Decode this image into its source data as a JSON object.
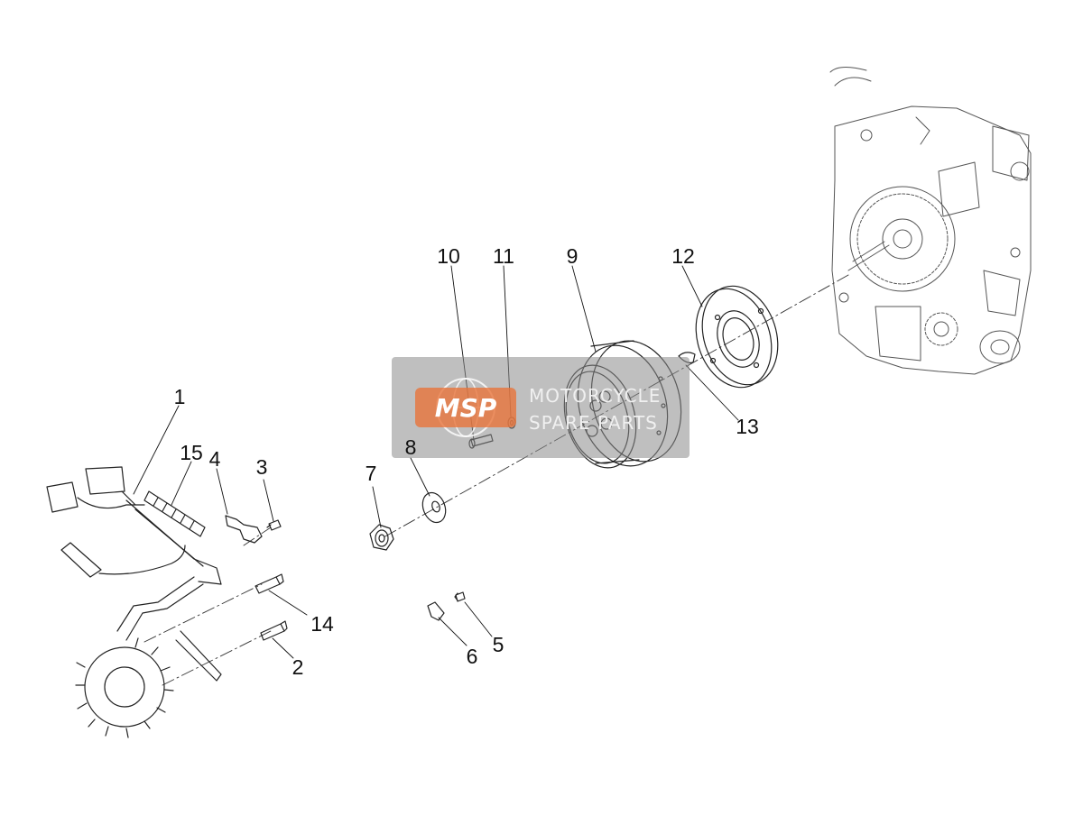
{
  "diagram": {
    "callouts": [
      {
        "id": "1",
        "label": "1"
      },
      {
        "id": "2",
        "label": "2"
      },
      {
        "id": "3",
        "label": "3"
      },
      {
        "id": "4",
        "label": "4"
      },
      {
        "id": "5",
        "label": "5"
      },
      {
        "id": "6",
        "label": "6"
      },
      {
        "id": "7",
        "label": "7"
      },
      {
        "id": "8",
        "label": "8"
      },
      {
        "id": "9",
        "label": "9"
      },
      {
        "id": "10",
        "label": "10"
      },
      {
        "id": "11",
        "label": "11"
      },
      {
        "id": "12",
        "label": "12"
      },
      {
        "id": "13",
        "label": "13"
      },
      {
        "id": "14",
        "label": "14"
      },
      {
        "id": "15",
        "label": "15"
      }
    ]
  },
  "watermark": {
    "logo": "MSP",
    "line1": "MOTORCYCLE",
    "line2": "SPARE PARTS",
    "logo_color": "#e8743b",
    "box_color": "#8a8a8a"
  }
}
